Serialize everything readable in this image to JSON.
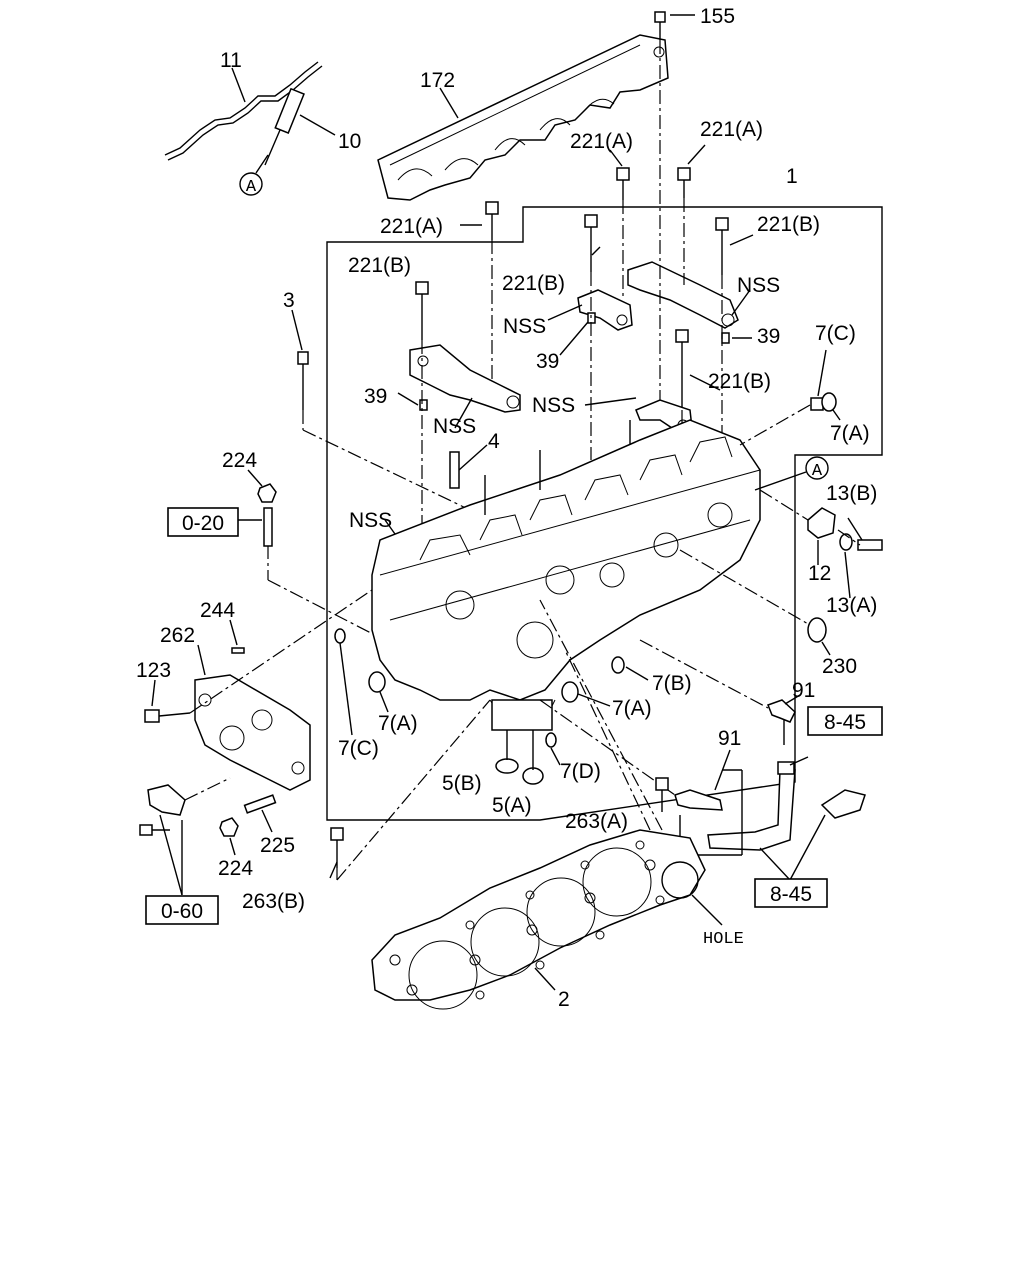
{
  "labels": {
    "l155": "155",
    "l172": "172",
    "l11": "11",
    "l10": "10",
    "lA_top": "A",
    "l1": "1",
    "l221A_1": "221(A)",
    "l221A_2": "221(A)",
    "l221A_3": "221(A)",
    "l221B_1": "221(B)",
    "l221B_2": "221(B)",
    "l221B_3": "221(B)",
    "l221B_4": "221(B)",
    "lNSS_1": "NSS",
    "lNSS_2": "NSS",
    "lNSS_3": "NSS",
    "lNSS_4": "NSS",
    "lNSS_5": "NSS",
    "l39_1": "39",
    "l39_2": "39",
    "l39_3": "39",
    "l3": "3",
    "l4": "4",
    "l7C_1": "7(C)",
    "l7C_2": "7(C)",
    "l7A_1": "7(A)",
    "l7A_2": "7(A)",
    "l7A_3": "7(A)",
    "l7B": "7(B)",
    "l7D": "7(D)",
    "lA_mid": "A",
    "l13B": "13(B)",
    "l13A": "13(A)",
    "l12": "12",
    "l224_1": "224",
    "l224_2": "224",
    "l244": "244",
    "l262": "262",
    "l123": "123",
    "l225": "225",
    "l230": "230",
    "l91_1": "91",
    "l91_2": "91",
    "l5B": "5(B)",
    "l5A": "5(A)",
    "l263A": "263(A)",
    "l263B": "263(B)",
    "l2": "2",
    "lHOLE": "HOLE"
  },
  "ref_boxes": {
    "r020": "0-20",
    "r060": "0-60",
    "r845_1": "8-45",
    "r845_2": "8-45"
  }
}
